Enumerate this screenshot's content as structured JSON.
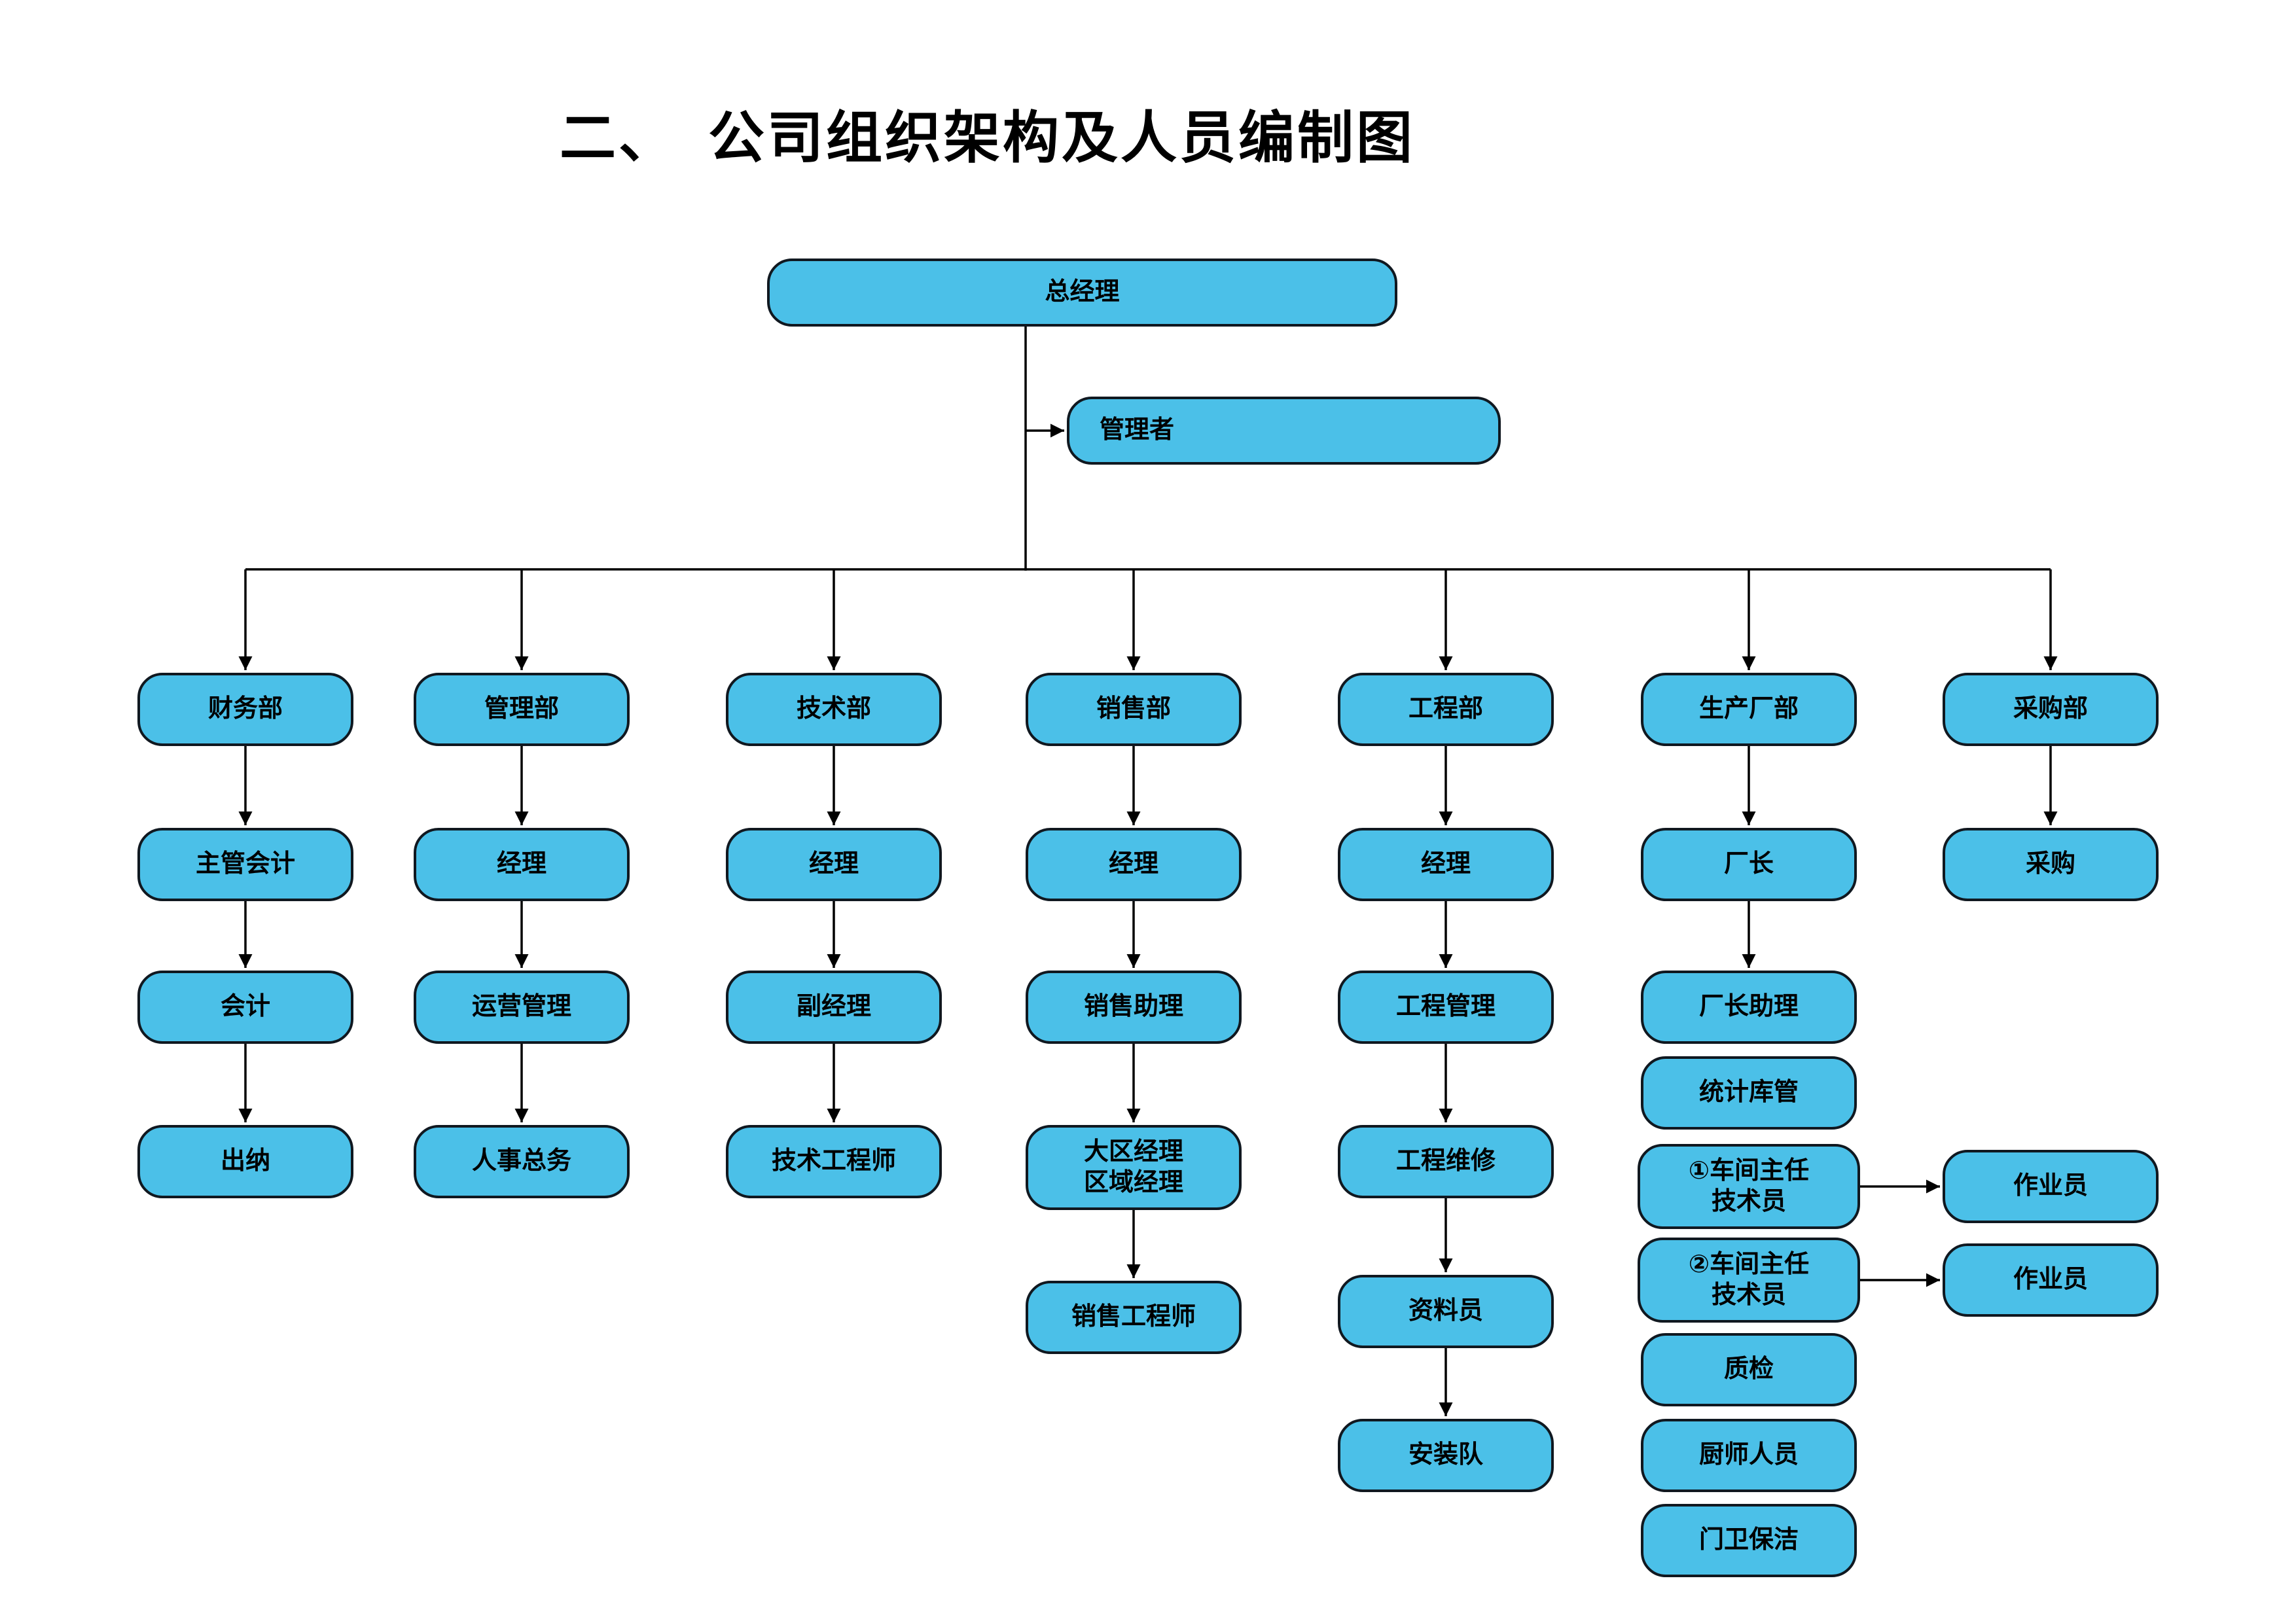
{
  "title": "二、　公司组织架构及人员编制图",
  "colors": {
    "box_fill": "#4BC0E8",
    "box_border": "#101820",
    "line": "#000000",
    "background": "#ffffff"
  },
  "root": {
    "label": "总经理"
  },
  "staff_box": {
    "label": "管理者"
  },
  "columns": [
    {
      "dept": "财务部",
      "levels": [
        "主管会计",
        "会计",
        "出纳"
      ]
    },
    {
      "dept": "管理部",
      "levels": [
        "经理",
        "运营管理",
        "人事总务"
      ]
    },
    {
      "dept": "技术部",
      "levels": [
        "经理",
        "副经理",
        "技术工程师"
      ]
    },
    {
      "dept": "销售部",
      "levels": [
        "经理",
        "销售助理",
        "大区经理\n区域经理",
        "销售工程师"
      ]
    },
    {
      "dept": "工程部",
      "levels": [
        "经理",
        "工程管理",
        "工程维修",
        "资料员",
        "安装队"
      ]
    },
    {
      "dept": "生产厂部",
      "levels": [
        "厂长",
        "厂长助理",
        "统计库管",
        "①车间主任\n技术员",
        "②车间主任\n技术员",
        "质检",
        "厨师人员",
        "门卫保洁"
      ],
      "side": [
        "作业员",
        "作业员"
      ]
    },
    {
      "dept": "采购部",
      "levels": [
        "采购"
      ]
    }
  ]
}
